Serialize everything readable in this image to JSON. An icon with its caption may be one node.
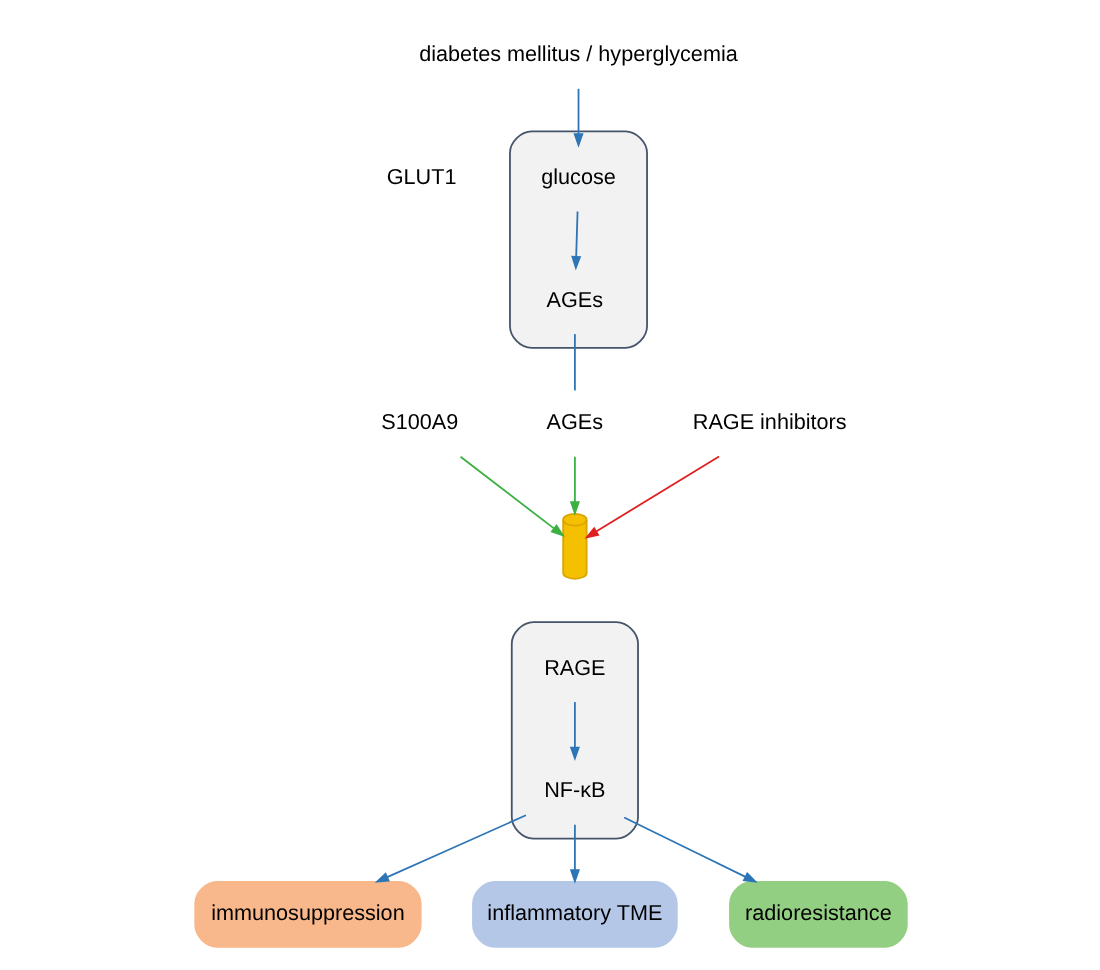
{
  "diagram": {
    "nodes": [
      {
        "text": [],
        "shape": "ellipse"
      },
      {
        "text": [
          "GLUT1"
        ]
      },
      {
        "text": [
          "glucose"
        ],
        "in": 0
      },
      {
        "text": [
          "AGEs"
        ],
        "in": 0
      },
      {
        "text": [
          "diabetes mellitus / hyperglycemia"
        ]
      },
      {
        "text": [
          "S100A9"
        ]
      },
      {
        "text": [
          "AGEs"
        ]
      },
      {
        "text": [
          "RAGE inhibitors"
        ]
      },
      {
        "text": [],
        "shape": "receptor"
      },
      {
        "text": [],
        "shape": "ellipse"
      },
      {
        "text": [
          "RAGE"
        ],
        "in": 9
      },
      {
        "text": [
          "NF-κB"
        ],
        "in": 9
      },
      {
        "text": [
          "immunosuppression"
        ]
      },
      {
        "text": [
          "inflammatory TME"
        ]
      },
      {
        "text": [
          "radioresistance"
        ]
      }
    ],
    "edges": [
      {
        "from": 4,
        "to": 2,
        "arrow": "to"
      },
      {
        "from": 2,
        "to": 3,
        "arrow": "to"
      },
      {
        "from": 3,
        "to": 6,
        "arrow": "none"
      },
      {
        "from": 5,
        "to": 8,
        "arrow": "to",
        "color": "#3cb043"
      },
      {
        "from": 6,
        "to": 8,
        "arrow": "to",
        "color": "#3cb043"
      },
      {
        "from": 7,
        "to": 8,
        "arrow": "to",
        "color": "#e02020"
      },
      {
        "from": 10,
        "to": 11,
        "arrow": "to"
      },
      {
        "from": 11,
        "to": 12,
        "arrow": "to"
      },
      {
        "from": 11,
        "to": 13,
        "arrow": "to"
      },
      {
        "from": 11,
        "to": 14,
        "arrow": "to"
      }
    ]
  }
}
